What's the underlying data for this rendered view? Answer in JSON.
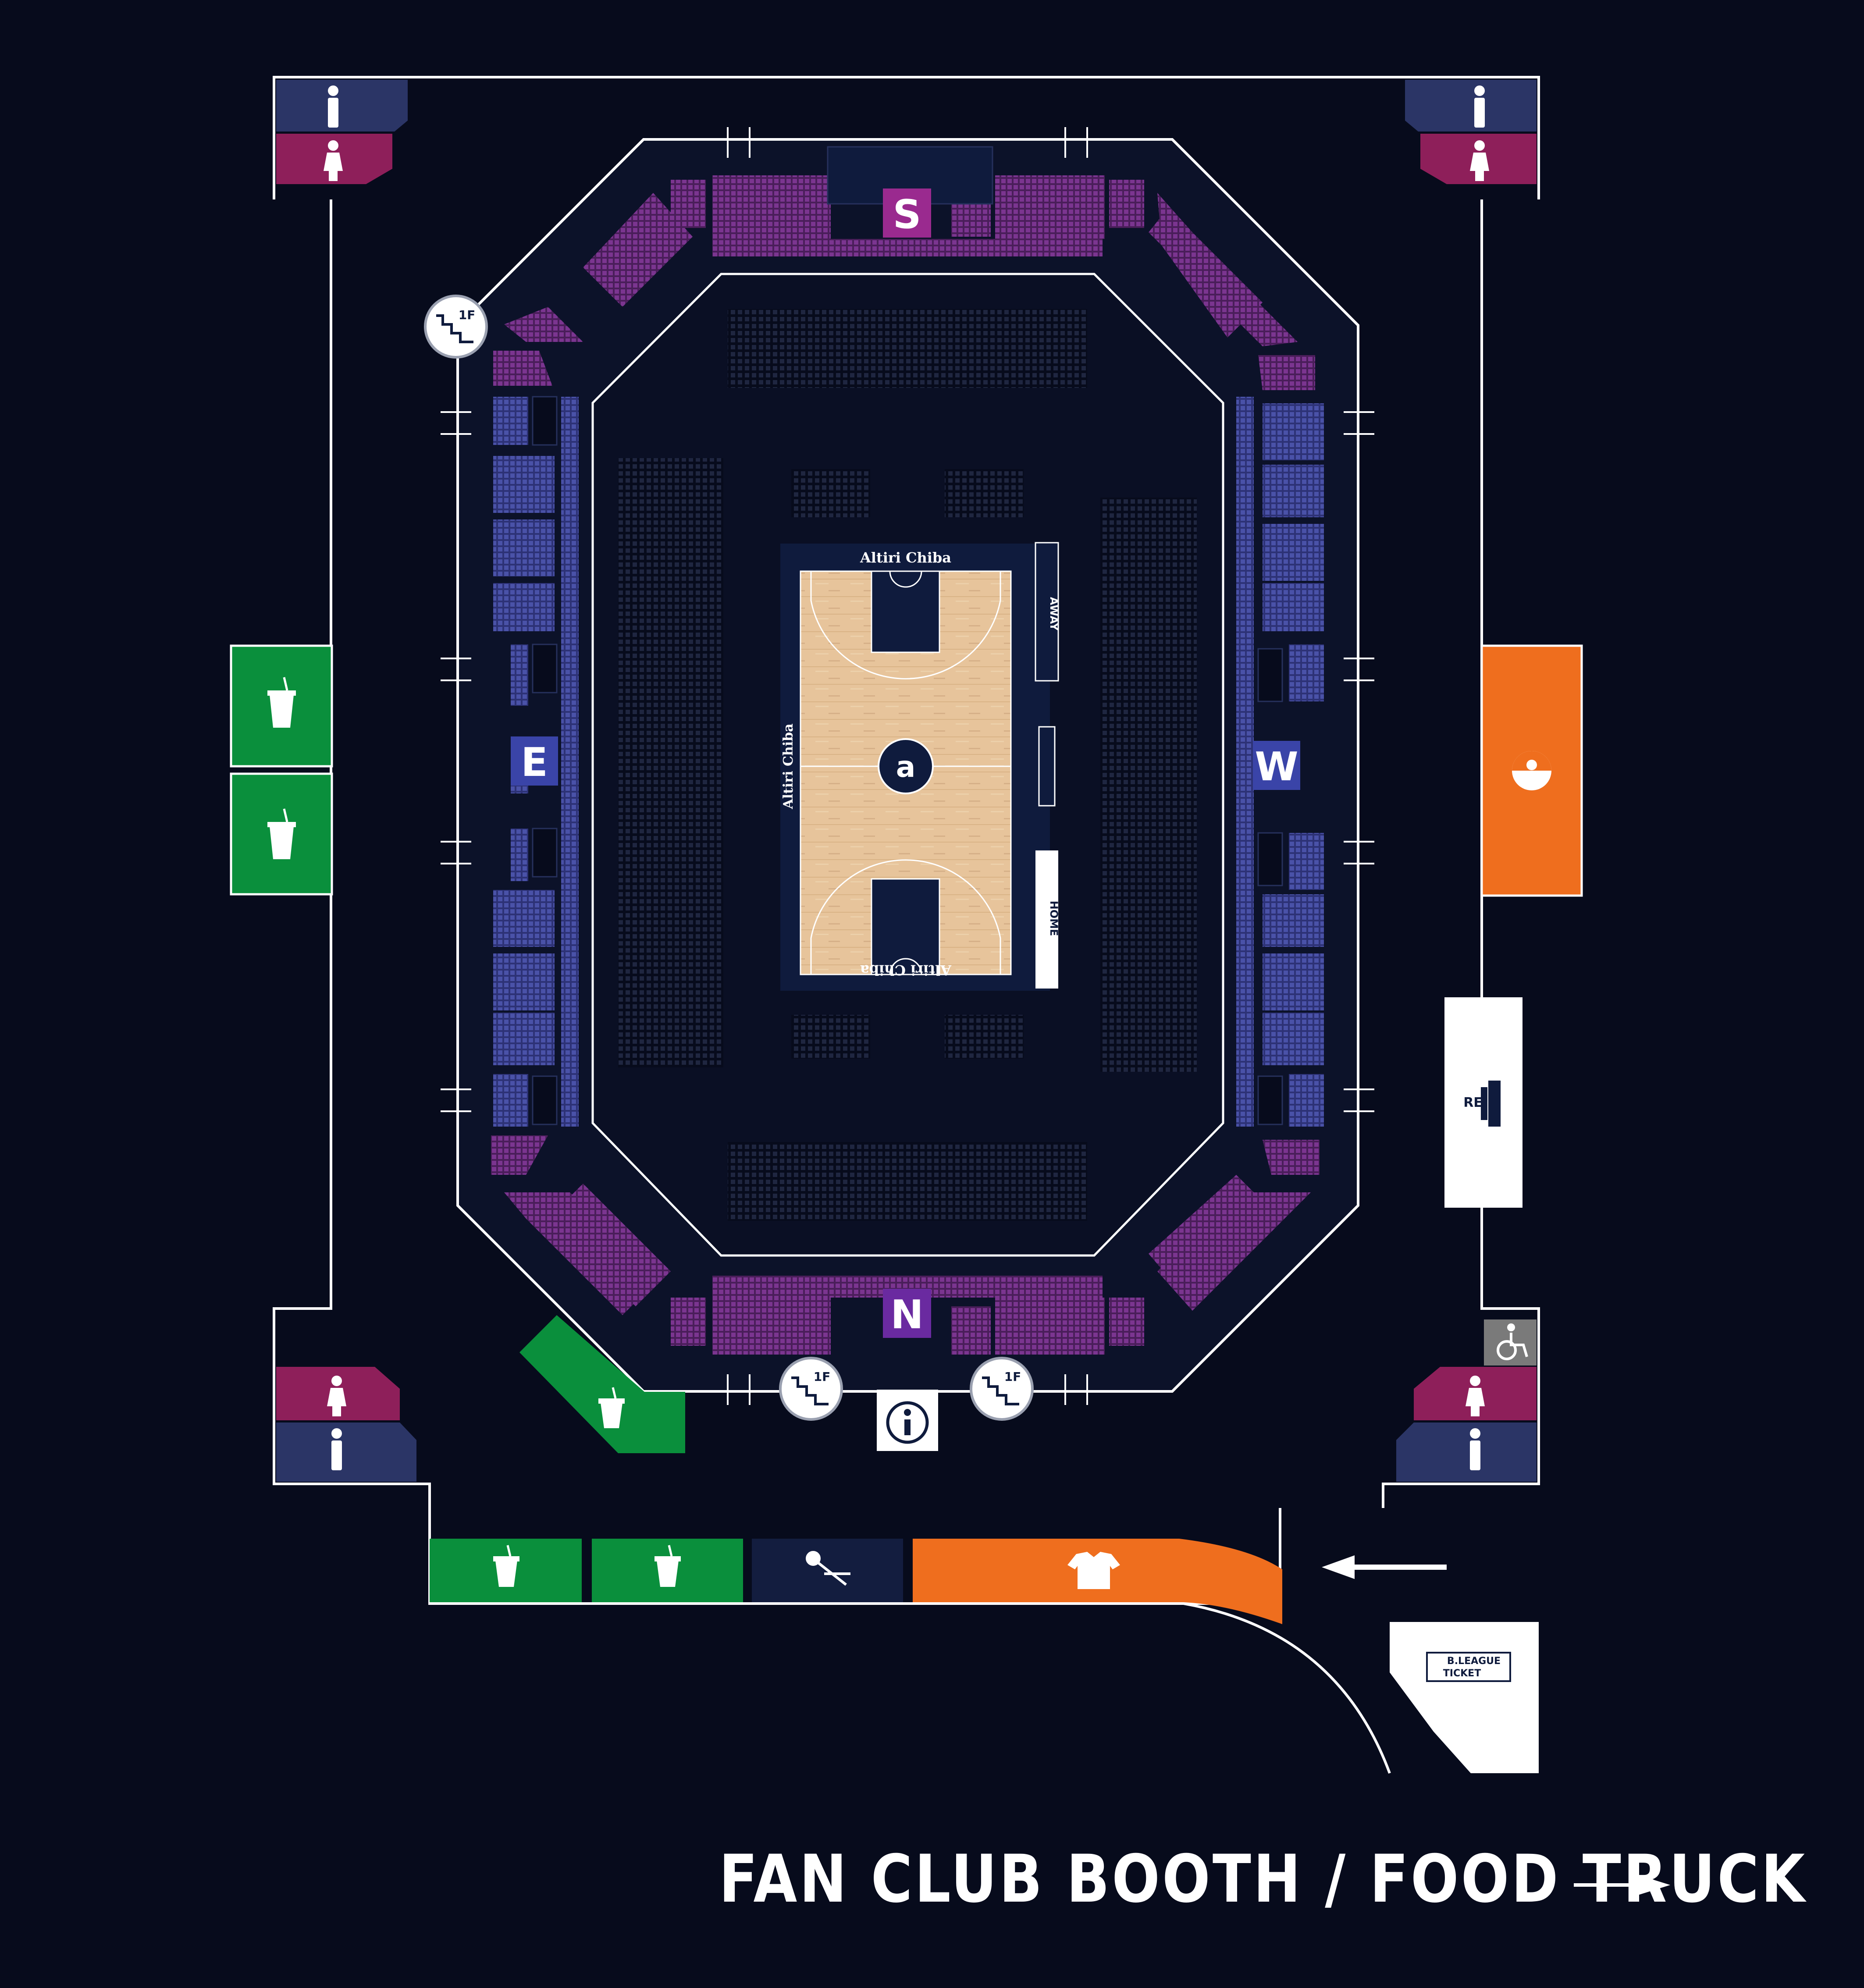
{
  "venue": {
    "sections": {
      "north": "N",
      "south": "S",
      "east": "E",
      "west": "W"
    },
    "court": {
      "team_name": "Altiri Chiba",
      "bench_away": "AWAY",
      "bench_home": "HOME"
    },
    "stairs_label": "1F",
    "reentry_label": "RE",
    "ticket_label_line1": "B.LEAGUE",
    "ticket_label_line2": "TICKET",
    "footer": "FAN CLUB BOOTH / FOOD TRUCK"
  },
  "colors": {
    "background": "#070b1c",
    "food": "#0a8f3c",
    "merch": "#ef6e1e",
    "restroom_men": "#2b3566",
    "restroom_women": "#8e1f5a",
    "seat_side": "#3a3f8f",
    "seat_end": "#6a2a73",
    "court": "#e4c39a"
  },
  "icons": {
    "restroom_men": "male-restroom-icon",
    "restroom_women": "female-restroom-icon",
    "food": "drink-cup-icon",
    "merch": "t-shirt-icon",
    "stairs": "stairs-icon",
    "info": "information-icon",
    "accessible": "wheelchair-icon",
    "reentry": "door-exit-icon",
    "fan_club": "noisemaker-icon",
    "fan_club_orange": "team-ball-icon",
    "direction": "arrow-icon"
  }
}
